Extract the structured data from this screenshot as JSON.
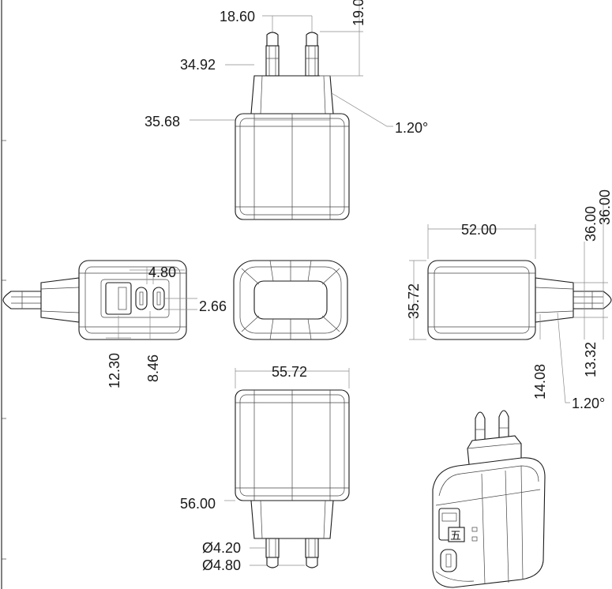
{
  "drawing": {
    "colors": {
      "line": "#1a1a1a",
      "dimension": "#8a8a8a",
      "background": "#ffffff"
    },
    "dimensions": {
      "pin_spacing": "18.60",
      "pin_length": "19.0",
      "neck_width": "34.92",
      "body_top_width": "35.68",
      "draft_angle_top": "1.20°",
      "port_label": "4.80",
      "port_gap": "2.66",
      "usb_a_width": "12.30",
      "usb_c_spacing": "8.46",
      "side_depth": "52.00",
      "side_height": "35.72",
      "right_36_a": "36.00",
      "right_36_b": "36.00",
      "right_13": "13.32",
      "right_14": "14.08",
      "draft_angle_side": "1.20°",
      "bottom_width": "55.72",
      "bottom_height": "56.00",
      "pin_dia_inner": "Ø4.20",
      "pin_dia_outer": "Ø4.80"
    },
    "iso_label": "五"
  }
}
